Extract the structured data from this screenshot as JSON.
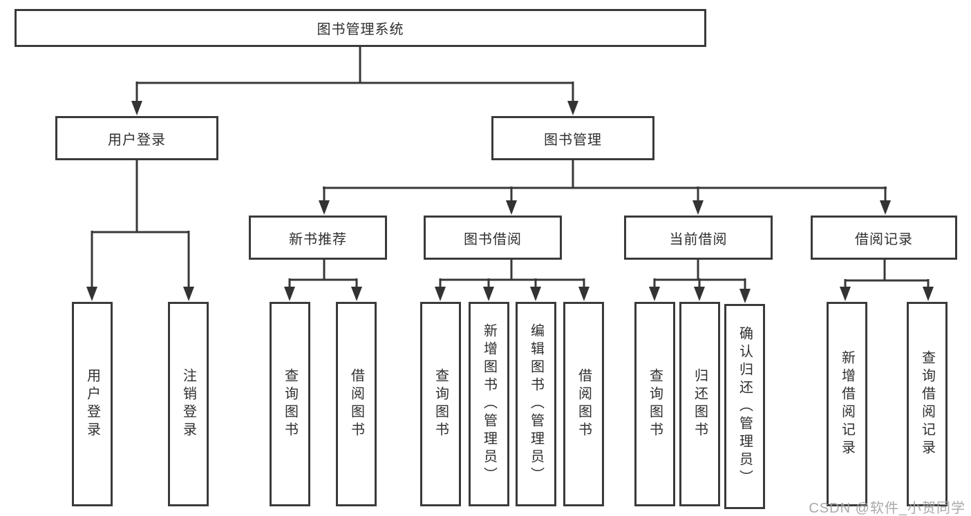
{
  "diagram": {
    "root": {
      "label": "图书管理系统"
    },
    "branches": [
      {
        "label": "用户登录",
        "children": [
          {
            "label": "用户登录"
          },
          {
            "label": "注销登录"
          }
        ]
      },
      {
        "label": "图书管理",
        "children": [
          {
            "label": "新书推荐",
            "children": [
              {
                "label": "查询图书"
              },
              {
                "label": "借阅图书"
              }
            ]
          },
          {
            "label": "图书借阅",
            "children": [
              {
                "label": "查询图书"
              },
              {
                "label": "新增图书（管理员）"
              },
              {
                "label": "编辑图书（管理员）"
              },
              {
                "label": "借阅图书"
              }
            ]
          },
          {
            "label": "当前借阅",
            "children": [
              {
                "label": "查询图书"
              },
              {
                "label": "归还图书"
              },
              {
                "label": "确认归还（管理员）"
              }
            ]
          },
          {
            "label": "借阅记录",
            "children": [
              {
                "label": "新增借阅记录"
              },
              {
                "label": "查询借阅记录"
              }
            ]
          }
        ]
      }
    ]
  },
  "watermark": {
    "text": "CSDN @软件_小贺同学"
  },
  "colors": {
    "line": "#383838",
    "text": "#2f2f2f",
    "watermark": "#a2a2a2",
    "background": "#ffffff"
  }
}
